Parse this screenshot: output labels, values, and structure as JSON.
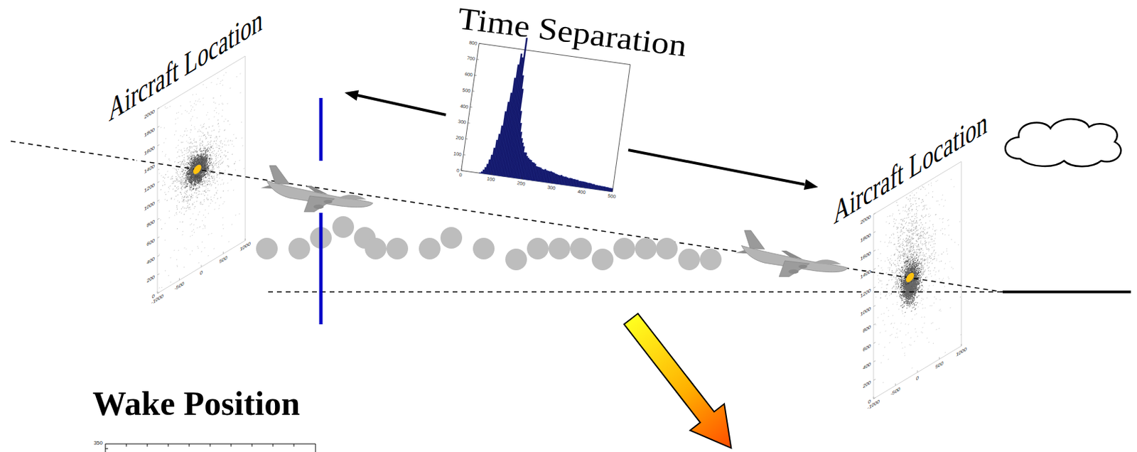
{
  "diagram": {
    "labels": [
      "Aircraft Location",
      "2000",
      "1800",
      "1600",
      "1400",
      "1200",
      "1000",
      "800",
      "600",
      "400",
      "200",
      "0",
      "-1000",
      "-500",
      "0",
      "500",
      "1000",
      "Time Separation",
      "800",
      "700",
      "600",
      "500",
      "400",
      "300",
      "200",
      "100",
      "0",
      "0",
      "100",
      "200",
      "300",
      "400",
      "500",
      "Aircraft Location",
      "2000",
      "1800",
      "1600",
      "1400",
      "1200",
      "1000",
      "800",
      "600",
      "400",
      "200",
      "0",
      "-1000",
      "-500",
      "0",
      "500",
      "1000",
      "Wake Position",
      "350"
    ]
  }
}
